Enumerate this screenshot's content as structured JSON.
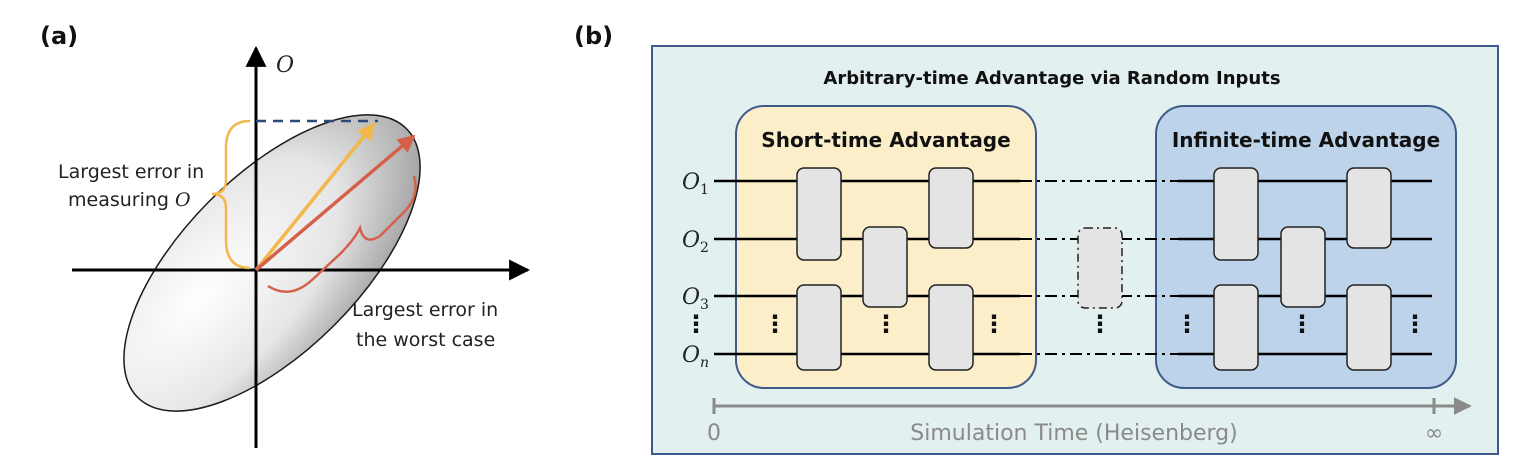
{
  "panel_a": {
    "label": "(a)",
    "axis_label": "O",
    "left_annotation": [
      "Largest error in",
      "measuring"
    ],
    "left_annotation_symbol": "O",
    "right_annotation": [
      "Largest error in",
      "the worst case"
    ]
  },
  "panel_b": {
    "label": "(b)",
    "title": "Arbitrary-time Advantage via Random Inputs",
    "short_box_title": "Short-time Advantage",
    "infinite_box_title": "Infinite-time Advantage",
    "wire_labels": [
      {
        "base": "O",
        "sub": "1"
      },
      {
        "base": "O",
        "sub": "2"
      },
      {
        "base": "O",
        "sub": "3"
      },
      {
        "base": "O",
        "sub": "n"
      }
    ],
    "vdots": "⋮",
    "time_axis": {
      "label": "Simulation Time (Heisenberg)",
      "start": "0",
      "end": "∞"
    }
  },
  "colors": {
    "outer_bg": "#e2f0f0",
    "outer_border": "#3d5a8a",
    "short_bg": "#fbeec8",
    "infinite_bg": "#bcd3ea",
    "box_border": "#3d5a8a",
    "gate_fill": "#e4e4e4",
    "orange_arrow": "#f2b84b",
    "red_arrow": "#d5604a",
    "dashed_line": "#2e4a7a",
    "time_axis": "#8a8a8a"
  }
}
